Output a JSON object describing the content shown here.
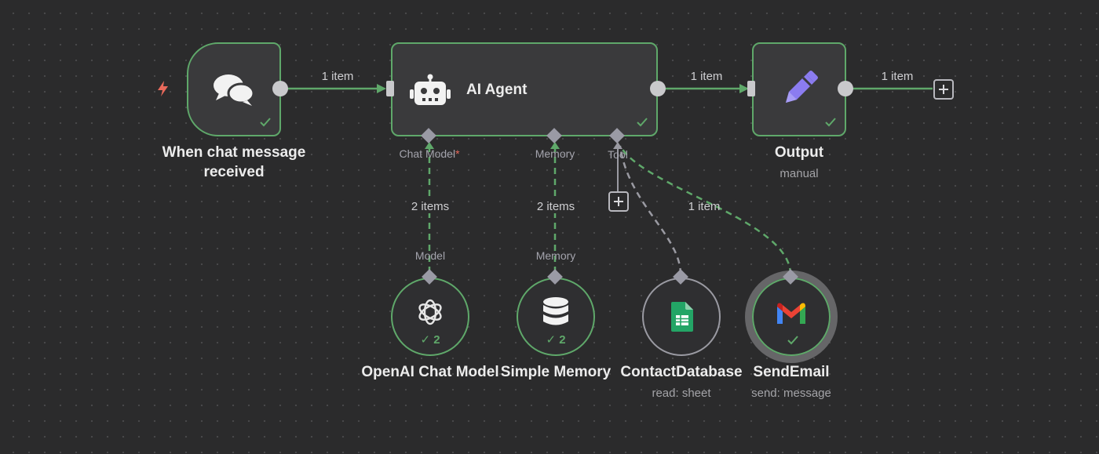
{
  "canvas": {
    "edge_color": "#5fa86a",
    "gray_edge_color": "#9a9aa2",
    "accent_trigger": "#e8695b"
  },
  "nodes": {
    "chat_trigger": {
      "title_line1": "When chat message",
      "title_line2": "received",
      "icon": "chat-bubbles-icon",
      "status": "success"
    },
    "ai_agent": {
      "title": "AI Agent",
      "icon": "robot-icon",
      "status": "success",
      "handles": {
        "chat_model": "Chat Model",
        "chat_model_required": "*",
        "memory": "Memory",
        "tool": "Tool"
      }
    },
    "output": {
      "title": "Output",
      "subtitle": "manual",
      "icon": "pencil-icon",
      "status": "success"
    },
    "openai_chat_model": {
      "title": "OpenAI Chat Model",
      "handle_label": "Model",
      "runs": "2",
      "icon": "openai-icon"
    },
    "simple_memory": {
      "title": "Simple Memory",
      "handle_label": "Memory",
      "runs": "2",
      "icon": "database-icon"
    },
    "contact_database": {
      "title": "ContactDatabase",
      "subtitle": "read: sheet",
      "icon": "google-sheets-icon"
    },
    "send_email": {
      "title": "SendEmail",
      "subtitle": "send: message",
      "icon": "gmail-icon",
      "status": "success"
    }
  },
  "edges": {
    "trigger_to_agent": "1 item",
    "agent_to_output": "1 item",
    "output_out": "1 item",
    "model_to_agent": "2 items",
    "memory_to_agent": "2 items",
    "sendemail_to_agent": "1 item"
  }
}
